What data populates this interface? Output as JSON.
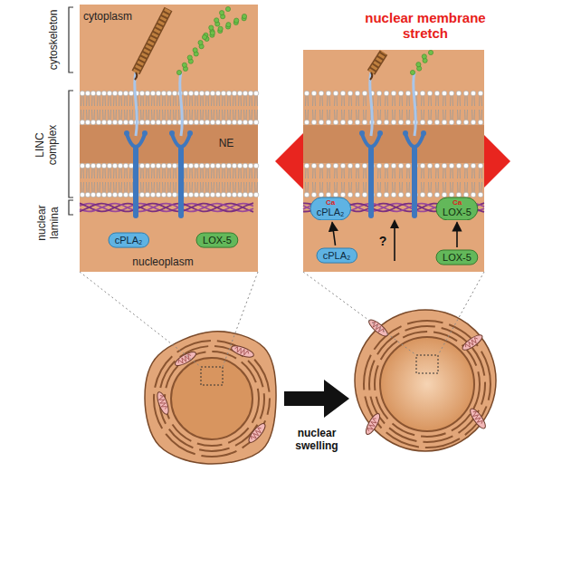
{
  "diagram": {
    "nodes": [
      {
        "text": [
          "cPLA₂"
        ]
      },
      {
        "text": [
          "LOX-5"
        ]
      },
      {
        "text": [
          "Ca",
          "cPLA₂"
        ]
      },
      {
        "text": [
          "Ca",
          "LOX-5"
        ]
      },
      {
        "text": [
          "cPLA₂"
        ]
      },
      {
        "text": [
          "LOX-5"
        ]
      }
    ],
    "edges": [
      {
        "from": 4,
        "to": 2,
        "arrow": "to"
      },
      {
        "from": 5,
        "to": 3,
        "arrow": "to"
      }
    ],
    "labels": [
      "nuclear membrane stretch",
      "cytoplasm",
      "cytoskeleton",
      "NE",
      "LINC complex",
      "nuclear lamina",
      "nucleoplasm",
      "?",
      "nuclear swelling"
    ]
  }
}
